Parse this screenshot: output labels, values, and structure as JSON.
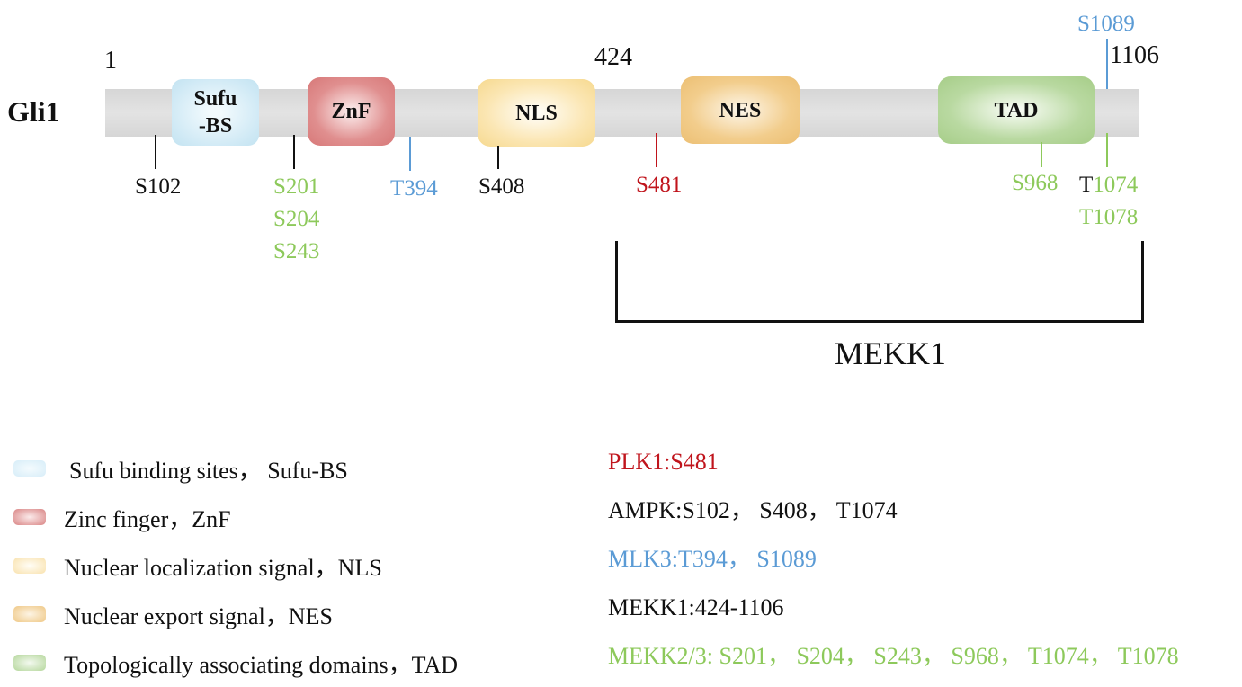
{
  "protein": {
    "name": "Gli1",
    "start_label": "1",
    "mid_label": "424",
    "end_label": "1106"
  },
  "colors": {
    "black": "#111111",
    "red": "#c0141c",
    "blue": "#5b9bd5",
    "green": "#8dc95b"
  },
  "domains": [
    {
      "id": "sufu",
      "label_line1": "Sufu",
      "label_line2": "-BS",
      "color": "#cfe9f5"
    },
    {
      "id": "znf",
      "label": "ZnF",
      "color": "#e08f8f"
    },
    {
      "id": "nls",
      "label": "NLS",
      "color": "#fbe6b3"
    },
    {
      "id": "nes",
      "label": "NES",
      "color": "#f2cd8c"
    },
    {
      "id": "tad",
      "label": "TAD",
      "color": "#b9d9a1"
    }
  ],
  "sites": {
    "s102": {
      "label": "S102",
      "color": "black"
    },
    "s201_group": {
      "labels": [
        "S201",
        "S204",
        "S243"
      ],
      "color": "green",
      "tick_color": "black"
    },
    "t394": {
      "label": "T394",
      "color": "blue"
    },
    "s408": {
      "label": "S408",
      "color": "black"
    },
    "s481": {
      "label": "S481",
      "color": "red"
    },
    "s968": {
      "label": "S968",
      "color": "green"
    },
    "t1074": {
      "prefix": "T",
      "prefix_color": "black",
      "number": "1074",
      "number_color": "green"
    },
    "t1078": {
      "label": "T1078",
      "color": "green"
    },
    "s1089": {
      "label": "S1089",
      "color": "blue"
    }
  },
  "bracket": {
    "label": "MEKK1",
    "range": "424-1106"
  },
  "legend": [
    {
      "text": "Sufu binding sites， Sufu-BS",
      "color": "#cfe9f5"
    },
    {
      "text": "Zinc finger，ZnF",
      "color": "#e08f8f"
    },
    {
      "text": "Nuclear localization signal，NLS",
      "color": "#fbe6b3"
    },
    {
      "text": "Nuclear export signal，NES",
      "color": "#f2cd8c"
    },
    {
      "text": "Topologically associating domains，TAD",
      "color": "#b9d9a1"
    }
  ],
  "kinases": [
    {
      "text": "PLK1:S481",
      "color": "#c0141c"
    },
    {
      "text": "AMPK:S102， S408， T1074",
      "color": "#111111"
    },
    {
      "text": "MLK3:T394， S1089",
      "color": "#5b9bd5"
    },
    {
      "text": "MEKK1:424-1106",
      "color": "#111111"
    },
    {
      "text": "MEKK2/3: S201， S204， S243， S968， T1074， T1078",
      "color": "#8dc95b"
    }
  ]
}
